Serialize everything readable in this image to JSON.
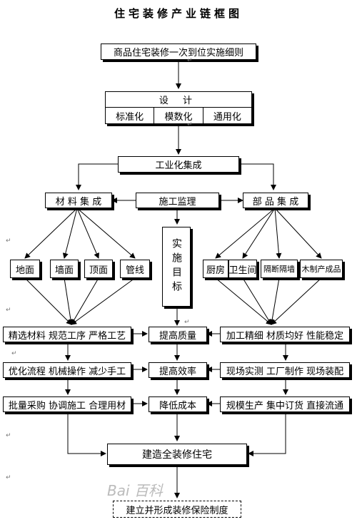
{
  "title": "住宅装修产业链框图",
  "top": "商品住宅装修一次到位实施细则",
  "design": {
    "header": "设 计",
    "items": [
      "标准化",
      "模数化",
      "通用化"
    ]
  },
  "integration": "工业化集成",
  "materials": "材 料 集 成",
  "supervision": "施工监理",
  "parts": "部 品 集 成",
  "materials_items": [
    "地面",
    "墙面",
    "顶面",
    "管线"
  ],
  "target": "实施目标",
  "parts_items": [
    "厨房",
    "卫生间",
    "隔断隔墙",
    "木制产成品"
  ],
  "left_rows": [
    "精选材料 规范工序 严格工艺",
    "优化流程 机械操作 减少手工",
    "批量采购 协调施工 合理用材"
  ],
  "center_rows": [
    "提高质量",
    "提高效率",
    "降低成本"
  ],
  "right_rows": [
    "加工精细 材质均好 性能稳定",
    "现场实测 工厂制作 现场装配",
    "规模生产 集中订货 直接流通"
  ],
  "goal": "建造全装修住宅",
  "insurance": "建立并形成装修保险制度",
  "watermark": "Bai 百科",
  "tick_mark": "↵"
}
